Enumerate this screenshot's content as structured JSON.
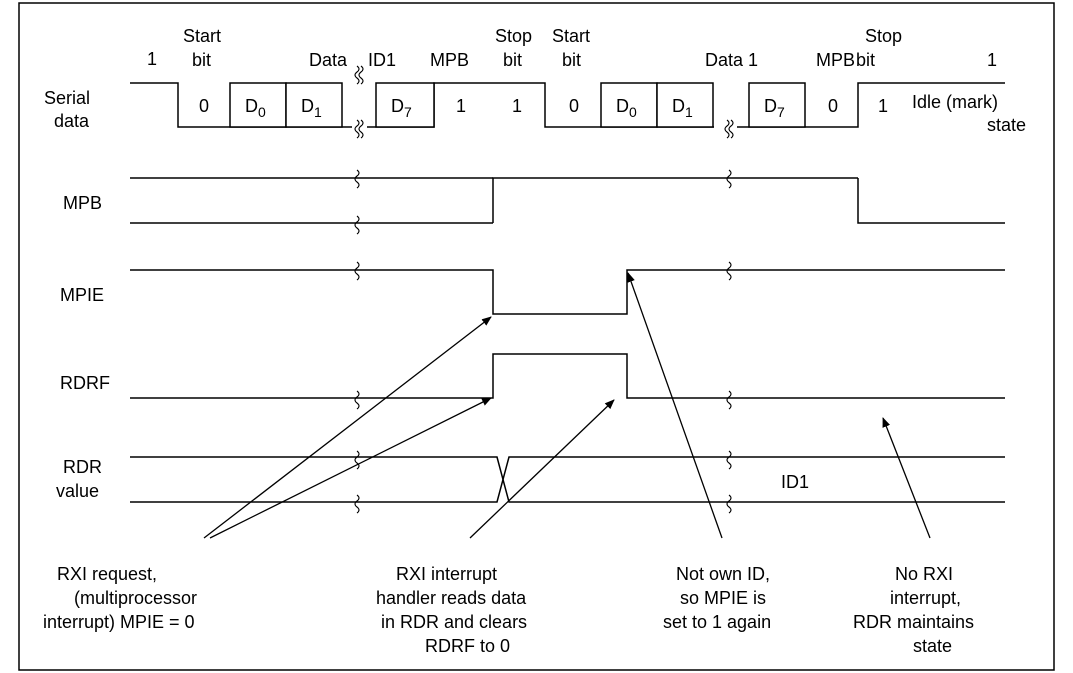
{
  "serial": {
    "label_line1": "Serial",
    "label_line2": "data",
    "header": {
      "idle_left": "1",
      "start1_line1": "Start",
      "start1_line2": "bit",
      "data_id1_a": "Data",
      "data_id1_b": "ID1",
      "mpb1": "MPB",
      "stop1_line1": "Stop",
      "stop1_line2": "bit",
      "start2_line1": "Start",
      "start2_line2": "bit",
      "data1": "Data 1",
      "mpb2": "MPB",
      "stop2_line1": "Stop",
      "stop2_line2": "bit",
      "idle_right": "1"
    },
    "bits": {
      "start1": "0",
      "d0_main": "D",
      "d0_sub": "0",
      "d1_main": "D",
      "d1_sub": "1",
      "d7_main": "D",
      "d7_sub": "7",
      "mpb1": "1",
      "stop1": "1",
      "start2": "0",
      "d0b_main": "D",
      "d0b_sub": "0",
      "d1b_main": "D",
      "d1b_sub": "1",
      "d7b_main": "D",
      "d7b_sub": "7",
      "mpb2": "0",
      "stop2": "1"
    },
    "idle_line1": "Idle (mark)",
    "idle_line2": "state"
  },
  "signals": {
    "mpb": "MPB",
    "mpie": "MPIE",
    "rdrf": "RDRF",
    "rdr_line1": "RDR",
    "rdr_line2": "value",
    "rdr_id": "ID1"
  },
  "notes": {
    "n1": [
      "RXI request,",
      "(multiprocessor",
      "interrupt) MPIE = 0"
    ],
    "n2": [
      "RXI interrupt",
      "handler reads data",
      "in RDR and clears",
      "RDRF to 0"
    ],
    "n3": [
      "Not own ID,",
      "so MPIE is",
      "set to 1 again"
    ],
    "n4": [
      "No RXI",
      "interrupt,",
      "RDR maintains",
      "state"
    ]
  }
}
